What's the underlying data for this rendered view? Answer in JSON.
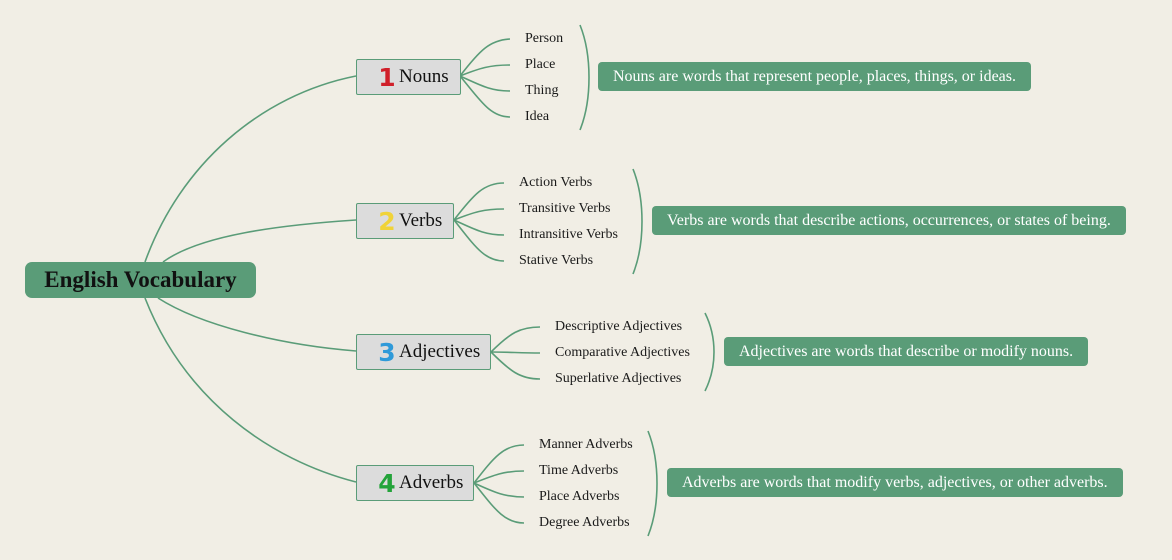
{
  "root": {
    "title": "English Vocabulary"
  },
  "colors": {
    "accent": "#5a9c78",
    "topic_bg": "#dcdcdc",
    "background": "#f1eee5",
    "num1": "#d0202a",
    "num2": "#f0d338",
    "num3": "#2f9ad9",
    "num4": "#23a33a"
  },
  "topics": [
    {
      "number": "1",
      "label": "Nouns",
      "items": [
        "Person",
        "Place",
        "Thing",
        "Idea"
      ],
      "summary": "Nouns are words that represent people, places, things, or ideas."
    },
    {
      "number": "2",
      "label": "Verbs",
      "items": [
        "Action Verbs",
        "Transitive Verbs",
        "Intransitive Verbs",
        "Stative Verbs"
      ],
      "summary": "Verbs are words that describe actions, occurrences, or states of being."
    },
    {
      "number": "3",
      "label": "Adjectives",
      "items": [
        "Descriptive Adjectives",
        "Comparative Adjectives",
        "Superlative Adjectives"
      ],
      "summary": "Adjectives are words that describe or modify nouns."
    },
    {
      "number": "4",
      "label": "Adverbs",
      "items": [
        "Manner Adverbs",
        "Time Adverbs",
        "Place Adverbs",
        "Degree Adverbs"
      ],
      "summary": "Adverbs are words that modify verbs, adjectives, or other adverbs."
    }
  ]
}
